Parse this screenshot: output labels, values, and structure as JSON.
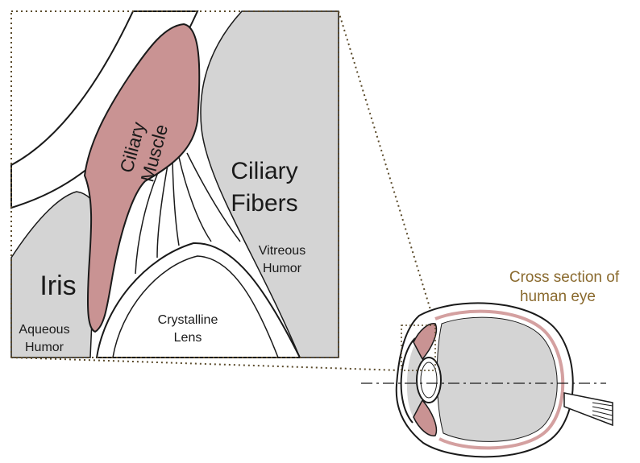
{
  "labels": {
    "ciliary_muscle_line1": "Ciliary",
    "ciliary_muscle_line2": "Muscle",
    "ciliary_fibers_line1": "Ciliary",
    "ciliary_fibers_line2": "Fibers",
    "vitreous_line1": "Vitreous",
    "vitreous_line2": "Humor",
    "iris": "Iris",
    "aqueous_line1": "Aqueous",
    "aqueous_line2": "Humor",
    "lens_line1": "Crystalline",
    "lens_line2": "Lens",
    "caption_line1": "Cross section of",
    "caption_line2": "human eye"
  },
  "colors": {
    "muscle": "#c99393",
    "humor": "#d4d4d4",
    "outline": "#1a1a1a",
    "caption": "#8a6a2e",
    "retina": "#d4a0a0"
  }
}
